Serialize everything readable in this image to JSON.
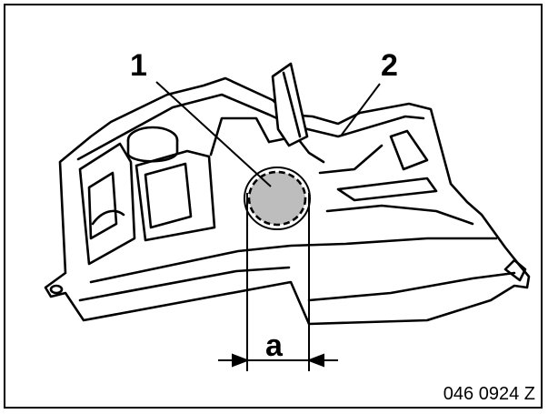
{
  "callouts": {
    "part_1": "1",
    "part_2": "2",
    "dimension_a": "a"
  },
  "figure_id": "046 0924 Z",
  "colors": {
    "line": "#000000",
    "background": "#ffffff",
    "marked_area": "#bdbdbd"
  }
}
